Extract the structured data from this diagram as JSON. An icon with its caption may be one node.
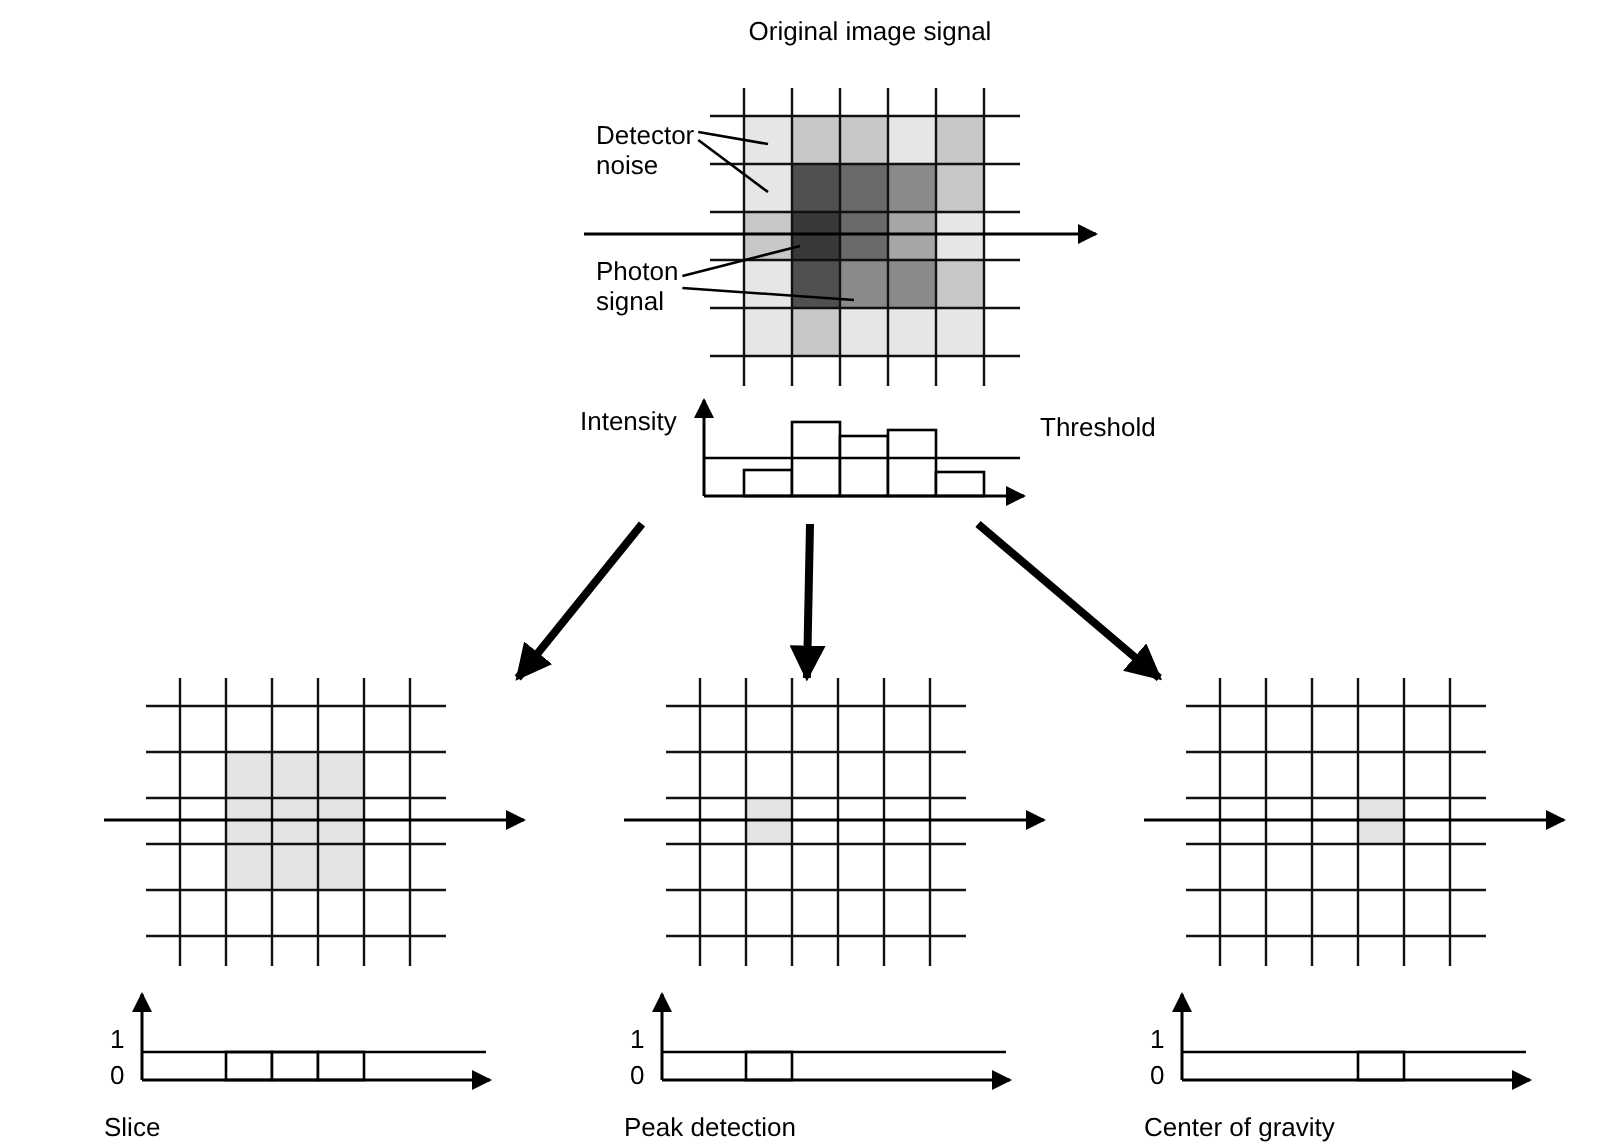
{
  "diagram": {
    "nodes": [
      {
        "text": [
          "Original image signal"
        ]
      },
      {
        "text": [
          "Detector noise"
        ],
        "in": 0
      },
      {
        "text": [
          "Photon signal"
        ],
        "in": 0
      },
      {
        "text": [
          "Slice"
        ]
      },
      {
        "text": [
          "Peak detection"
        ]
      },
      {
        "text": [
          "Center of gravity"
        ]
      }
    ],
    "edges": [
      {
        "from": 0,
        "to": 3,
        "arrow": "to",
        "style": "thick"
      },
      {
        "from": 0,
        "to": 4,
        "arrow": "to",
        "style": "thick"
      },
      {
        "from": 0,
        "to": 5,
        "arrow": "to",
        "style": "thick"
      },
      {
        "from": 1,
        "to": null,
        "arrow": "none"
      },
      {
        "from": 1,
        "to": null,
        "arrow": "none"
      },
      {
        "from": 2,
        "to": null,
        "arrow": "none"
      },
      {
        "from": 2,
        "to": null,
        "arrow": "none"
      }
    ],
    "labels": [
      "Intensity",
      "Threshold",
      "1",
      "0",
      "1",
      "0",
      "1",
      "0"
    ]
  }
}
